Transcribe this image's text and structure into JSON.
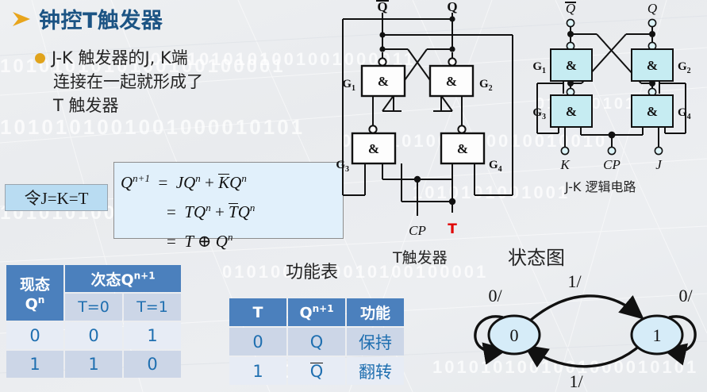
{
  "slide": {
    "title": "钟控T触发器",
    "title_color": "#1c5484",
    "bullet_color": "#e0a31c",
    "bullet_lines": [
      "J-K 触发器的J, K端",
      "连接在一起就形成了",
      "T 触发器"
    ]
  },
  "let_box": {
    "label": "令J=K=T",
    "fill": "#b9dcf2"
  },
  "equations": {
    "line1": {
      "lhs": "Q",
      "lhs_sup": "n+1",
      "eq": "=",
      "t1": "JQ",
      "t1_sup": "n",
      "plus": "+",
      "t2_bar": "K",
      "t2": "Q",
      "t2_sup": "n"
    },
    "line2": {
      "eq": "=",
      "t1": "TQ",
      "t1_sup": "n",
      "plus": "+",
      "t2_bar": "T",
      "t2": "Q",
      "t2_sup": "n"
    },
    "line3": {
      "eq": "=",
      "t1": "T",
      "op": "⊕",
      "t2": "Q",
      "t2_sup": "n"
    },
    "fill": "#e1f0fb"
  },
  "state_table": {
    "header": {
      "present": "现态",
      "present_sub": "Q",
      "present_sup": "n",
      "next": "次态Q",
      "next_sup": "n+1",
      "sub_cols": [
        "T=0",
        "T=1"
      ]
    },
    "rows": [
      [
        "0",
        "0",
        "1"
      ],
      [
        "1",
        "1",
        "0"
      ]
    ],
    "header_color": "#4b80bd",
    "text_color": "#1f6fb0"
  },
  "function_table": {
    "caption": "功能表",
    "headers": [
      "T",
      "Q",
      "功能"
    ],
    "header_sup": "n+1",
    "rows": [
      {
        "t": "0",
        "q": "Q",
        "q_bar": false,
        "func": "保持"
      },
      {
        "t": "1",
        "q": "Q",
        "q_bar": true,
        "func": "翻转"
      }
    ]
  },
  "tff_circuit": {
    "caption": "T触发器",
    "outputs": [
      "Q",
      "Q"
    ],
    "gates": [
      "G",
      "G",
      "G",
      "G"
    ],
    "gate_subs": [
      "1",
      "2",
      "3",
      "4"
    ],
    "gate_symbol": "&",
    "inputs": {
      "clock": "CP",
      "t": "T"
    },
    "t_color": "#e00000"
  },
  "jk_circuit": {
    "caption": "J-K 逻辑电路",
    "outputs": [
      "Q",
      "Q"
    ],
    "output_bar": [
      true,
      false
    ],
    "gates": [
      "G",
      "G",
      "G",
      "G"
    ],
    "gate_subs": [
      "1",
      "2",
      "3",
      "4"
    ],
    "gate_symbol": "&",
    "inputs": [
      "K",
      "CP",
      "J"
    ],
    "gate_fill": "#c6ecf2"
  },
  "state_diagram": {
    "caption": "状态图",
    "states": [
      "0",
      "1"
    ],
    "transitions": {
      "top": "1/",
      "bottom": "1/",
      "self_left": "0/",
      "self_right": "0/"
    },
    "node_fill": "#d6ecf8"
  },
  "background": {
    "bit_rows": [
      "1010101010100100100001",
      "0101010101001001000011",
      "1010101001001000010101",
      "0010101001010010010010",
      "1010101001001010010010",
      "0101001010010100100001"
    ]
  }
}
